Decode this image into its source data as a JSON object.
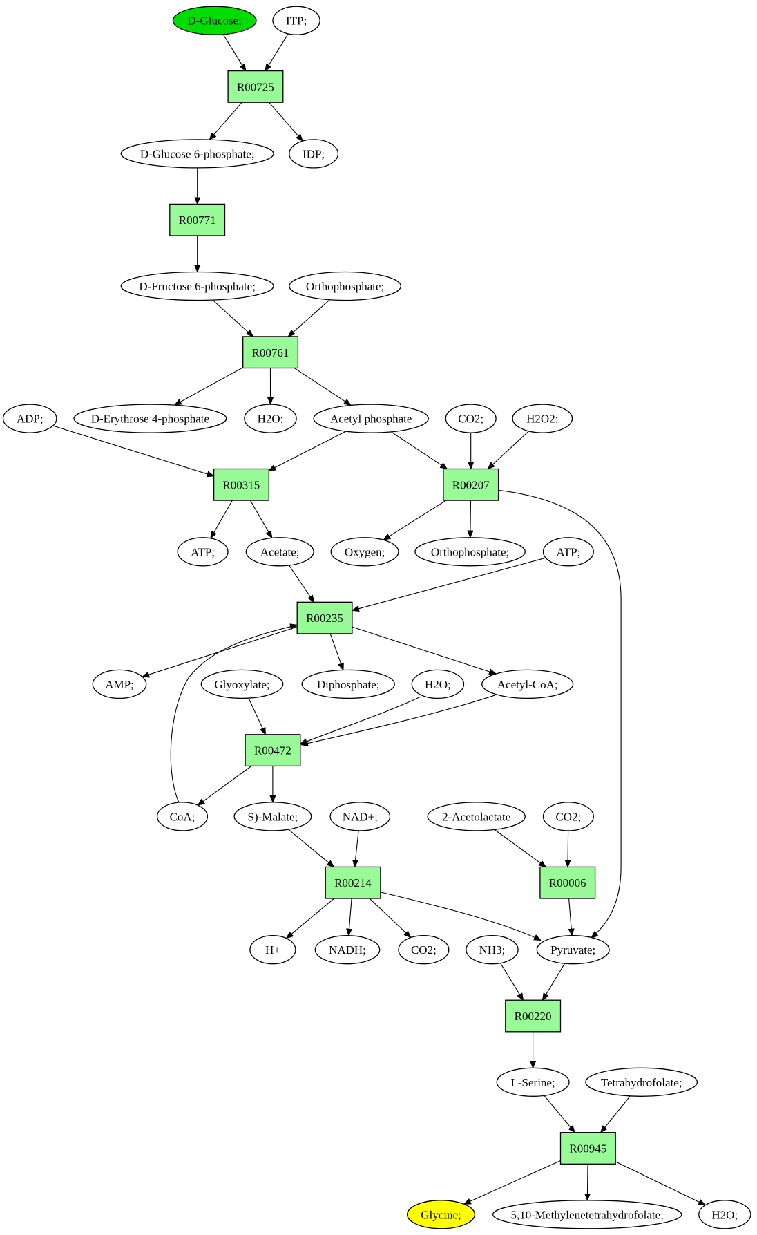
{
  "colors": {
    "reaction_fill": "#98fb98",
    "start_fill": "#00dd00",
    "target_fill": "#ffff00",
    "default_fill": "#ffffff",
    "stroke": "#000000"
  },
  "nodes": [
    {
      "id": "d-glucose",
      "label": "D-Glucose;",
      "kind": "compound",
      "role": "start"
    },
    {
      "id": "itp",
      "label": "ITP;",
      "kind": "compound"
    },
    {
      "id": "r00725",
      "label": "R00725",
      "kind": "reaction"
    },
    {
      "id": "d-glucose-6-phosphate",
      "label": "D-Glucose 6-phosphate;",
      "kind": "compound"
    },
    {
      "id": "idp",
      "label": "IDP;",
      "kind": "compound"
    },
    {
      "id": "r00771",
      "label": "R00771",
      "kind": "reaction"
    },
    {
      "id": "d-fructose-6-phosphate",
      "label": "D-Fructose 6-phosphate;",
      "kind": "compound"
    },
    {
      "id": "orthophosphate-1",
      "label": "Orthophosphate;",
      "kind": "compound"
    },
    {
      "id": "r00761",
      "label": "R00761",
      "kind": "reaction"
    },
    {
      "id": "adp",
      "label": "ADP;",
      "kind": "compound"
    },
    {
      "id": "d-erythrose-4-phosphate",
      "label": "D-Erythrose 4-phosphate",
      "kind": "compound"
    },
    {
      "id": "h2o-1",
      "label": "H2O;",
      "kind": "compound"
    },
    {
      "id": "acetyl-phosphate",
      "label": "Acetyl phosphate",
      "kind": "compound"
    },
    {
      "id": "co2-1",
      "label": "CO2;",
      "kind": "compound"
    },
    {
      "id": "h2o2",
      "label": "H2O2;",
      "kind": "compound"
    },
    {
      "id": "r00315",
      "label": "R00315",
      "kind": "reaction"
    },
    {
      "id": "r00207",
      "label": "R00207",
      "kind": "reaction"
    },
    {
      "id": "atp-1",
      "label": "ATP;",
      "kind": "compound"
    },
    {
      "id": "acetate",
      "label": "Acetate;",
      "kind": "compound"
    },
    {
      "id": "oxygen",
      "label": "Oxygen;",
      "kind": "compound"
    },
    {
      "id": "orthophosphate-2",
      "label": "Orthophosphate;",
      "kind": "compound"
    },
    {
      "id": "atp-2",
      "label": "ATP;",
      "kind": "compound"
    },
    {
      "id": "r00235",
      "label": "R00235",
      "kind": "reaction"
    },
    {
      "id": "amp",
      "label": "AMP;",
      "kind": "compound"
    },
    {
      "id": "glyoxylate",
      "label": "Glyoxylate;",
      "kind": "compound"
    },
    {
      "id": "diphosphate",
      "label": "Diphosphate;",
      "kind": "compound"
    },
    {
      "id": "h2o-2",
      "label": "H2O;",
      "kind": "compound"
    },
    {
      "id": "acetyl-coa",
      "label": "Acetyl-CoA;",
      "kind": "compound"
    },
    {
      "id": "r00472",
      "label": "R00472",
      "kind": "reaction"
    },
    {
      "id": "coa",
      "label": "CoA;",
      "kind": "compound"
    },
    {
      "id": "s-malate",
      "label": "S)-Malate;",
      "kind": "compound"
    },
    {
      "id": "nad-plus",
      "label": "NAD+;",
      "kind": "compound"
    },
    {
      "id": "2-acetolactate",
      "label": "2-Acetolactate",
      "kind": "compound"
    },
    {
      "id": "co2-2",
      "label": "CO2;",
      "kind": "compound"
    },
    {
      "id": "r00214",
      "label": "R00214",
      "kind": "reaction"
    },
    {
      "id": "r00006",
      "label": "R00006",
      "kind": "reaction"
    },
    {
      "id": "h-plus",
      "label": "H+",
      "kind": "compound"
    },
    {
      "id": "nadh",
      "label": "NADH;",
      "kind": "compound"
    },
    {
      "id": "co2-3",
      "label": "CO2;",
      "kind": "compound"
    },
    {
      "id": "nh3",
      "label": "NH3;",
      "kind": "compound"
    },
    {
      "id": "pyruvate",
      "label": "Pyruvate;",
      "kind": "compound"
    },
    {
      "id": "r00220",
      "label": "R00220",
      "kind": "reaction"
    },
    {
      "id": "l-serine",
      "label": "L-Serine;",
      "kind": "compound"
    },
    {
      "id": "tetrahydrofolate",
      "label": "Tetrahydrofolate;",
      "kind": "compound"
    },
    {
      "id": "r00945",
      "label": "R00945",
      "kind": "reaction"
    },
    {
      "id": "glycine",
      "label": "Glycine;",
      "kind": "compound",
      "role": "target"
    },
    {
      "id": "5-10-methylenetetrahydrofolate",
      "label": "5,10-Methylenetetrahydrofolate;",
      "kind": "compound"
    },
    {
      "id": "h2o-3",
      "label": "H2O;",
      "kind": "compound"
    }
  ],
  "edges": [
    [
      "d-glucose",
      "r00725"
    ],
    [
      "itp",
      "r00725"
    ],
    [
      "r00725",
      "d-glucose-6-phosphate"
    ],
    [
      "r00725",
      "idp"
    ],
    [
      "d-glucose-6-phosphate",
      "r00771"
    ],
    [
      "r00771",
      "d-fructose-6-phosphate"
    ],
    [
      "d-fructose-6-phosphate",
      "r00761"
    ],
    [
      "orthophosphate-1",
      "r00761"
    ],
    [
      "r00761",
      "d-erythrose-4-phosphate"
    ],
    [
      "r00761",
      "h2o-1"
    ],
    [
      "r00761",
      "acetyl-phosphate"
    ],
    [
      "adp",
      "r00315"
    ],
    [
      "acetyl-phosphate",
      "r00315"
    ],
    [
      "acetyl-phosphate",
      "r00207"
    ],
    [
      "co2-1",
      "r00207"
    ],
    [
      "h2o2",
      "r00207"
    ],
    [
      "r00315",
      "atp-1"
    ],
    [
      "r00315",
      "acetate"
    ],
    [
      "r00207",
      "oxygen"
    ],
    [
      "r00207",
      "orthophosphate-2"
    ],
    [
      "r00207",
      "pyruvate"
    ],
    [
      "acetate",
      "r00235"
    ],
    [
      "atp-2",
      "r00235"
    ],
    [
      "coa",
      "r00235"
    ],
    [
      "r00235",
      "amp"
    ],
    [
      "r00235",
      "diphosphate"
    ],
    [
      "r00235",
      "acetyl-coa"
    ],
    [
      "glyoxylate",
      "r00472"
    ],
    [
      "h2o-2",
      "r00472"
    ],
    [
      "acetyl-coa",
      "r00472"
    ],
    [
      "r00472",
      "coa"
    ],
    [
      "r00472",
      "s-malate"
    ],
    [
      "s-malate",
      "r00214"
    ],
    [
      "nad-plus",
      "r00214"
    ],
    [
      "2-acetolactate",
      "r00006"
    ],
    [
      "co2-2",
      "r00006"
    ],
    [
      "r00214",
      "h-plus"
    ],
    [
      "r00214",
      "nadh"
    ],
    [
      "r00214",
      "co2-3"
    ],
    [
      "r00214",
      "pyruvate"
    ],
    [
      "r00006",
      "pyruvate"
    ],
    [
      "nh3",
      "r00220"
    ],
    [
      "pyruvate",
      "r00220"
    ],
    [
      "r00220",
      "l-serine"
    ],
    [
      "l-serine",
      "r00945"
    ],
    [
      "tetrahydrofolate",
      "r00945"
    ],
    [
      "r00945",
      "glycine"
    ],
    [
      "r00945",
      "5-10-methylenetetrahydrofolate"
    ],
    [
      "r00945",
      "h2o-3"
    ]
  ]
}
